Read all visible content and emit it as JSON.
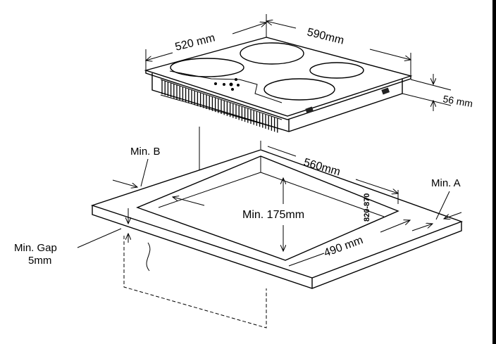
{
  "diagram": {
    "hob": {
      "width_label": "520 mm",
      "depth_label": "590mm",
      "height_label": "56 mm"
    },
    "cutout": {
      "min_b_label": "Min. B",
      "length_label": "560mm",
      "worktop_height_label": "820-870",
      "min_a_label": "Min. A",
      "min_depth_label": "Min. 175mm",
      "width_label": "490 mm",
      "min_gap_label": "Min. Gap",
      "min_gap_value": "5mm"
    },
    "colors": {
      "line": "#000000",
      "background": "#ffffff"
    }
  }
}
